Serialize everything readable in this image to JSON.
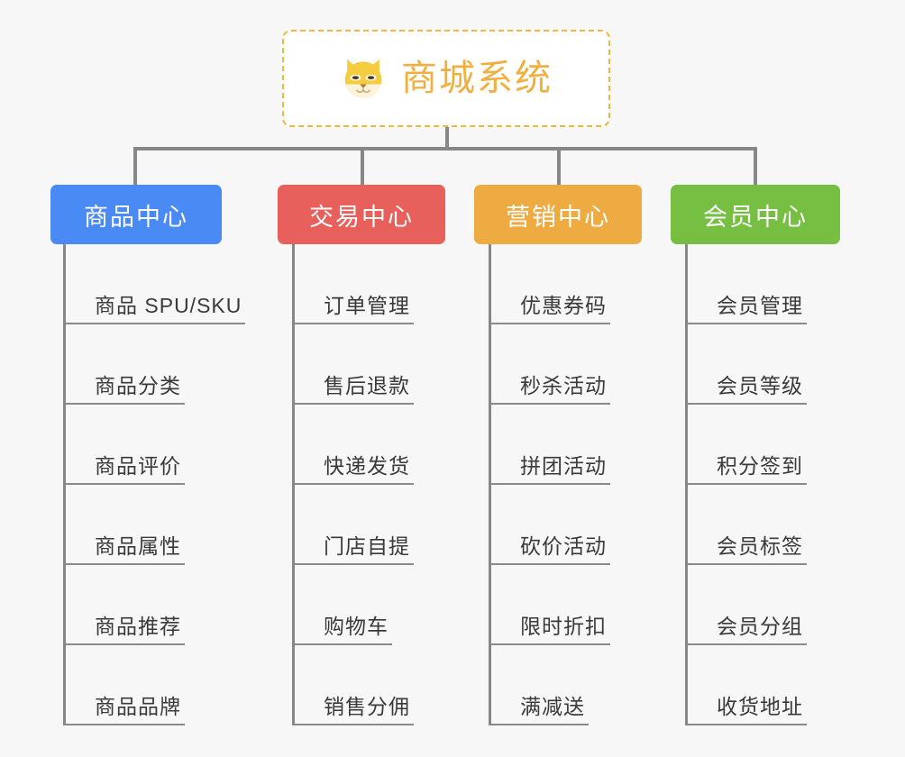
{
  "root": {
    "title": "商城系统",
    "icon": "shiba-dog-face-icon",
    "border_color": "#f0b73e",
    "text_color": "#f0b040"
  },
  "canvas": {
    "background": "#f7f7f7",
    "connector_color": "#878787"
  },
  "branches": [
    {
      "label": "商品中心",
      "color": "#4a8af4",
      "color_name": "blue",
      "items": [
        "商品 SPU/SKU",
        "商品分类",
        "商品评价",
        "商品属性",
        "商品推荐",
        "商品品牌"
      ]
    },
    {
      "label": "交易中心",
      "color": "#e8605c",
      "color_name": "red",
      "items": [
        "订单管理",
        "售后退款",
        "快递发货",
        "门店自提",
        "购物车",
        "销售分佣"
      ]
    },
    {
      "label": "营销中心",
      "color": "#eeab42",
      "color_name": "orange",
      "items": [
        "优惠券码",
        "秒杀活动",
        "拼团活动",
        "砍价活动",
        "限时折扣",
        "满减送"
      ]
    },
    {
      "label": "会员中心",
      "color": "#76bf43",
      "color_name": "green",
      "items": [
        "会员管理",
        "会员等级",
        "积分签到",
        "会员标签",
        "会员分组",
        "收货地址"
      ]
    }
  ]
}
